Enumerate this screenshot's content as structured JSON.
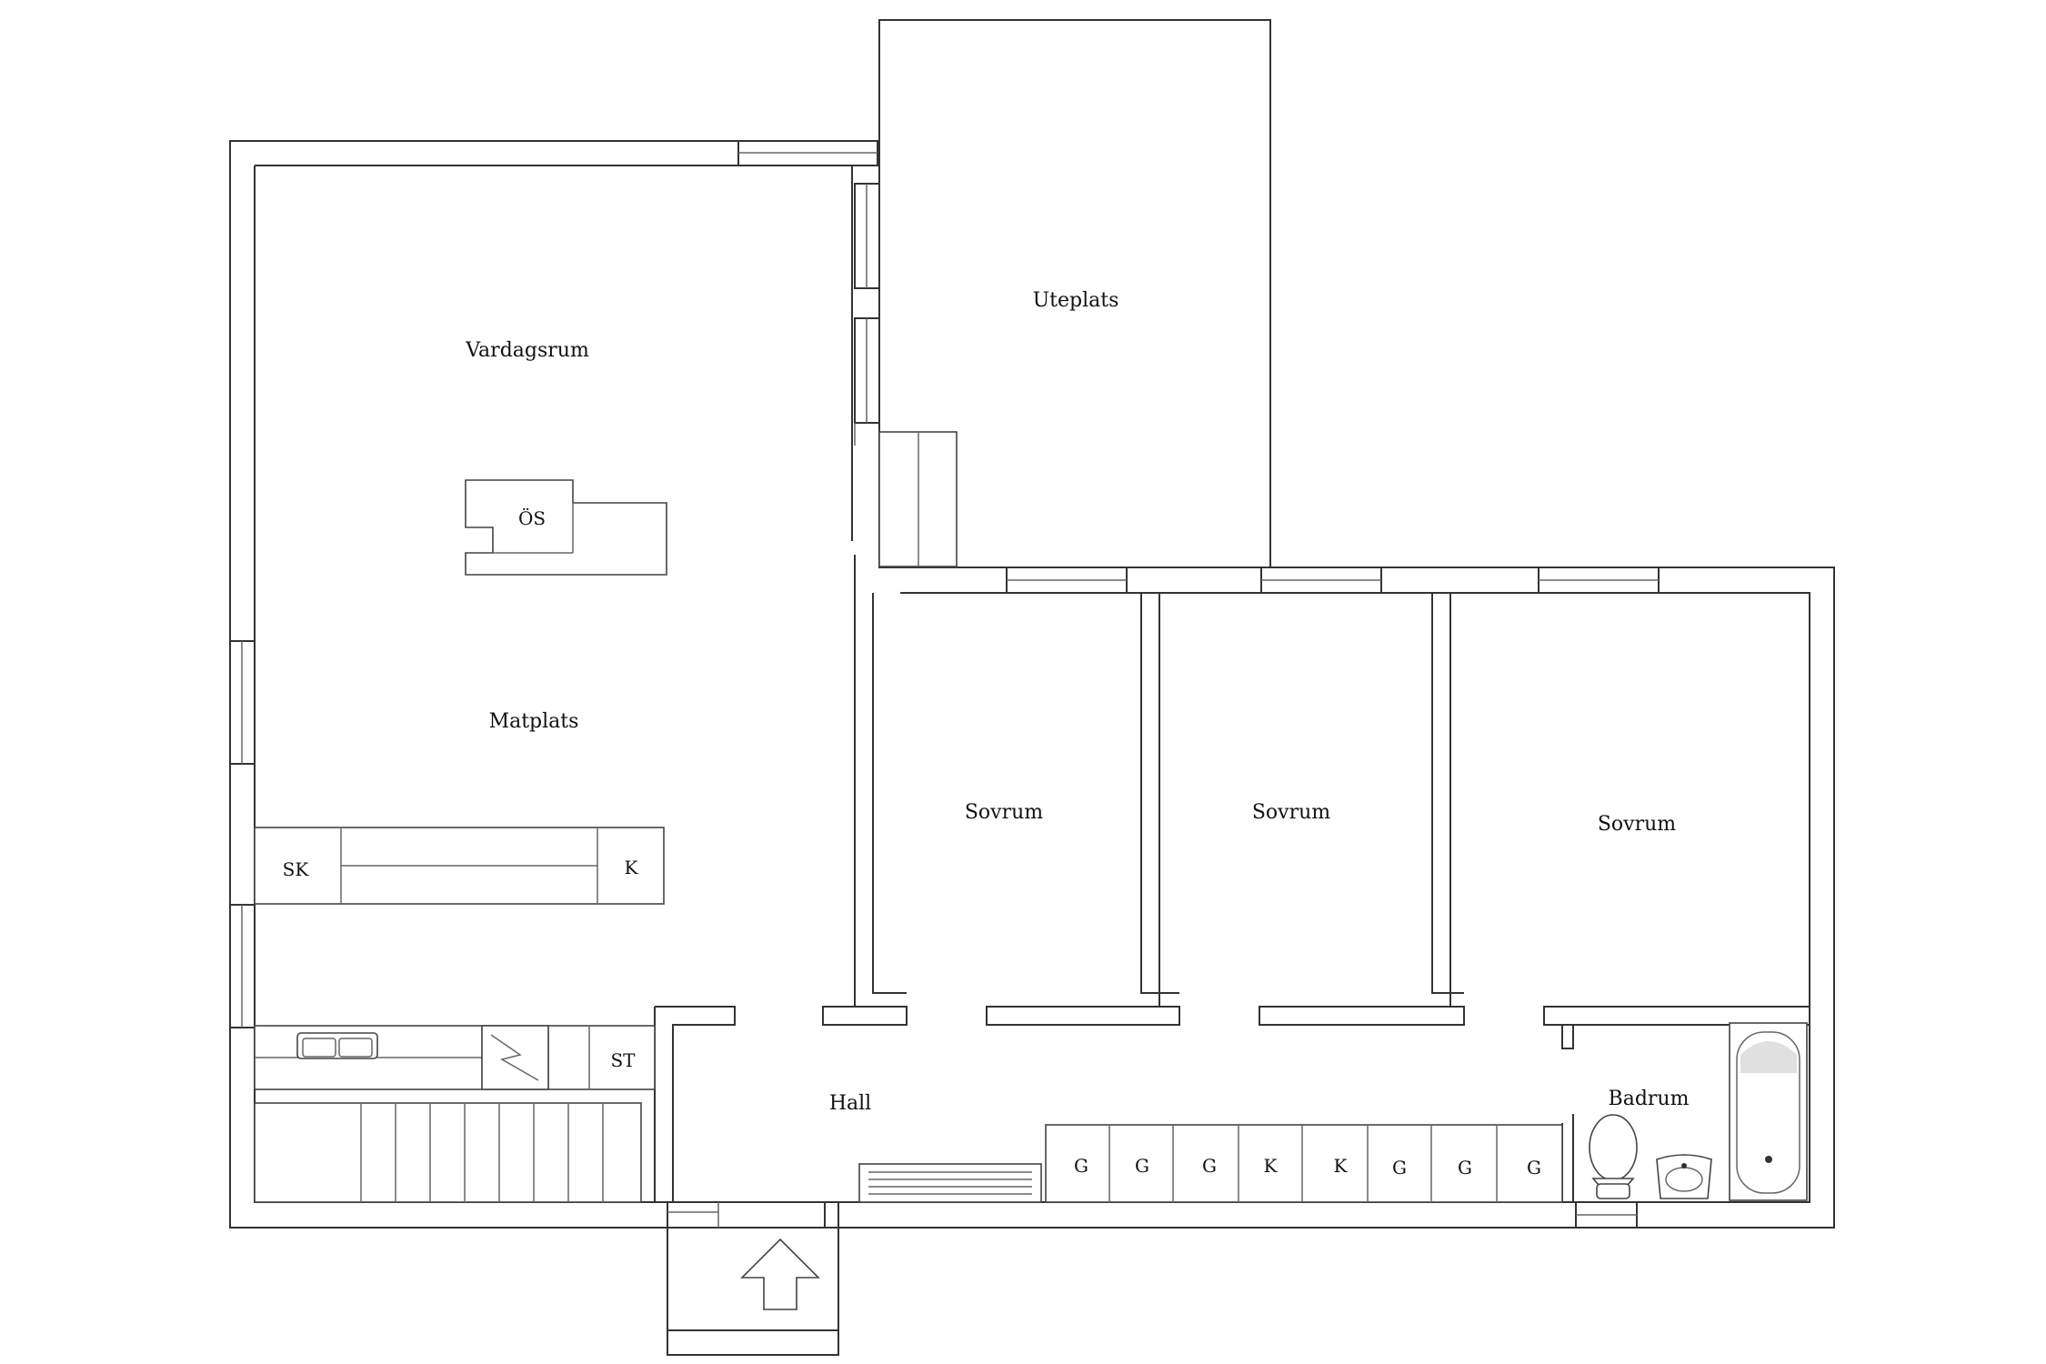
{
  "rooms": {
    "uteplats": "Uteplats",
    "vardagsrum": "Vardagsrum",
    "matplats": "Matplats",
    "sovrum_1": "Sovrum",
    "sovrum_2": "Sovrum",
    "sovrum_3": "Sovrum",
    "hall": "Hall",
    "badrum": "Badrum"
  },
  "fixtures": {
    "oppen_spis": "ÖS",
    "skap": "SK",
    "kyl": "K",
    "stad": "ST"
  },
  "closets": [
    "G",
    "G",
    "G",
    "K",
    "K",
    "G",
    "G",
    "G"
  ],
  "icons": {
    "entrance": "entrance-arrow-icon",
    "stove": "stove-icon",
    "toilet": "toilet-icon",
    "sink": "sink-icon",
    "bathtub": "bathtub-icon"
  }
}
